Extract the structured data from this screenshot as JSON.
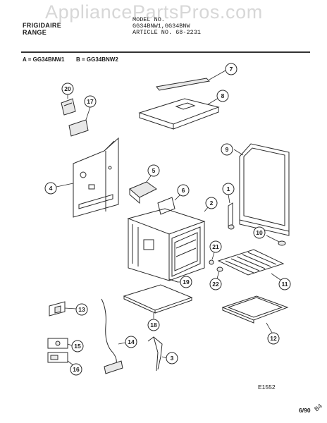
{
  "watermark": "AppliancePartsPros.com",
  "header": {
    "brand_line": "FRIGIDAIRE",
    "range_label": "RANGE",
    "model_no_label": "MODEL NO.",
    "model_numbers": "GG34BNW1,GG34BNW",
    "article_no": "ARTICLE NO. 68-2231"
  },
  "models": {
    "a": "A = GG34BNW1",
    "b": "B = GG34BNW2"
  },
  "parts": [
    "1",
    "2",
    "3",
    "4",
    "5",
    "6",
    "7",
    "8",
    "9",
    "10",
    "11",
    "12",
    "13",
    "14",
    "15",
    "16",
    "17",
    "18",
    "19",
    "20",
    "21",
    "22"
  ],
  "figure_code": "E1552",
  "date_code": "6/90",
  "page_mark": "B4"
}
